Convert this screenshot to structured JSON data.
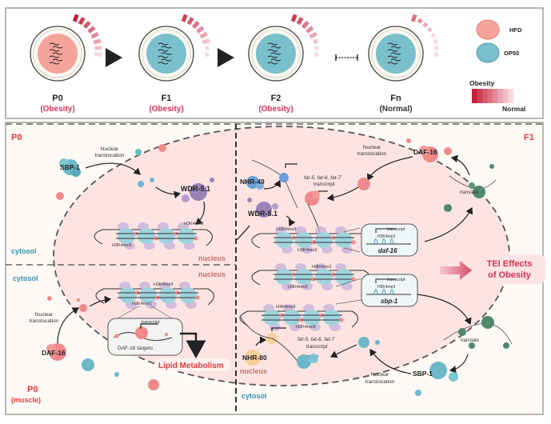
{
  "top_panel": {
    "generations": [
      {
        "id": "P0",
        "status": "(Obesity)",
        "diet": "HFD",
        "obesity_level": 1.0
      },
      {
        "id": "F1",
        "status": "(Obesity)",
        "diet": "OP50",
        "obesity_level": 0.8
      },
      {
        "id": "F2",
        "status": "(Obesity)",
        "diet": "OP50",
        "obesity_level": 0.6
      },
      {
        "id": "Fn",
        "status": "(Normal)",
        "diet": "OP50",
        "obesity_level": 0.1
      }
    ],
    "legend": {
      "items": [
        {
          "label": "HFD",
          "color": "#f5a49c"
        },
        {
          "label": "OP50",
          "color": "#79c0cc"
        }
      ],
      "scale_high": "Obesity",
      "scale_low": "Normal",
      "scale_colors": [
        "#c21f3a",
        "#cd3b52",
        "#d5566a",
        "#dc7083",
        "#e38b9b",
        "#eaa5b2",
        "#f0c0ca",
        "#f6dbe1"
      ]
    }
  },
  "colors": {
    "obesity_red": "#d8325a",
    "status_normal": "#333333",
    "cytosol_blue": "#3a8fb0",
    "nucleus_brown": "#c0706a",
    "nucleus_fill": "#fde4e2",
    "panel_fill": "#fdf8f4",
    "sbp1": "#6cb8c8",
    "daf16": "#f08a8a",
    "wdr51": "#9b83b8",
    "nhr49": "#6a9fd8",
    "nhr80": "#f8cf9a",
    "ribosome": "#4f8a6a"
  },
  "panel_p0": {
    "title": "P0",
    "cytosol_label": "cytosol",
    "nucleus_label": "nucleus",
    "sbp1": "SBP-1",
    "wdr51": "WDR-5.1",
    "translocation": [
      "Nuclear",
      "translocation"
    ],
    "h3k4me3": "H3K4me3"
  },
  "panel_p0_muscle": {
    "title": "P0",
    "subtitle": "(muscle)",
    "cytosol_label": "cytosol",
    "nucleus_label": "nucleus",
    "daf16": "DAF-16",
    "translocation": [
      "Nuclear",
      "translocation"
    ],
    "h3k4me3": "H3K4me3",
    "transcript": "transcript",
    "targets": "DAF-16 targets",
    "outcome": "Lipid Metabolism"
  },
  "panel_f1": {
    "title": "F1",
    "cytosol_label": "cytosol",
    "nucleus_label": "nucleus",
    "nhr49": "NHR-49",
    "nhr80": "NHR-80",
    "wdr51": "WDR-5.1",
    "daf16": "DAF-16",
    "sbp1": "SBP-1",
    "translocation": [
      "Nuclear",
      "translocation"
    ],
    "fat_genes": "fat-5, fat-6, fat-7",
    "transcript": "transcript",
    "translate": "translate",
    "h3k4me3": "H3K4me3",
    "gene_daf16": "daf-16",
    "gene_sbp1": "sbp-1",
    "outcome": [
      "TEI Effects",
      "of Obesity"
    ]
  }
}
